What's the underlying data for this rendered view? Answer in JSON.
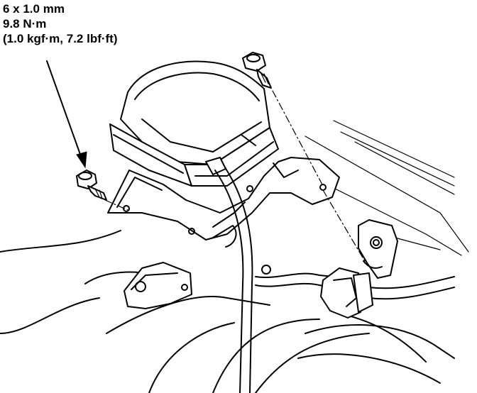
{
  "callout": {
    "bolt_size": "6 x 1.0 mm",
    "torque_nm": "9.8 N·m",
    "torque_alt": "(1.0 kgf·m, 7.2 lbf·ft)"
  }
}
